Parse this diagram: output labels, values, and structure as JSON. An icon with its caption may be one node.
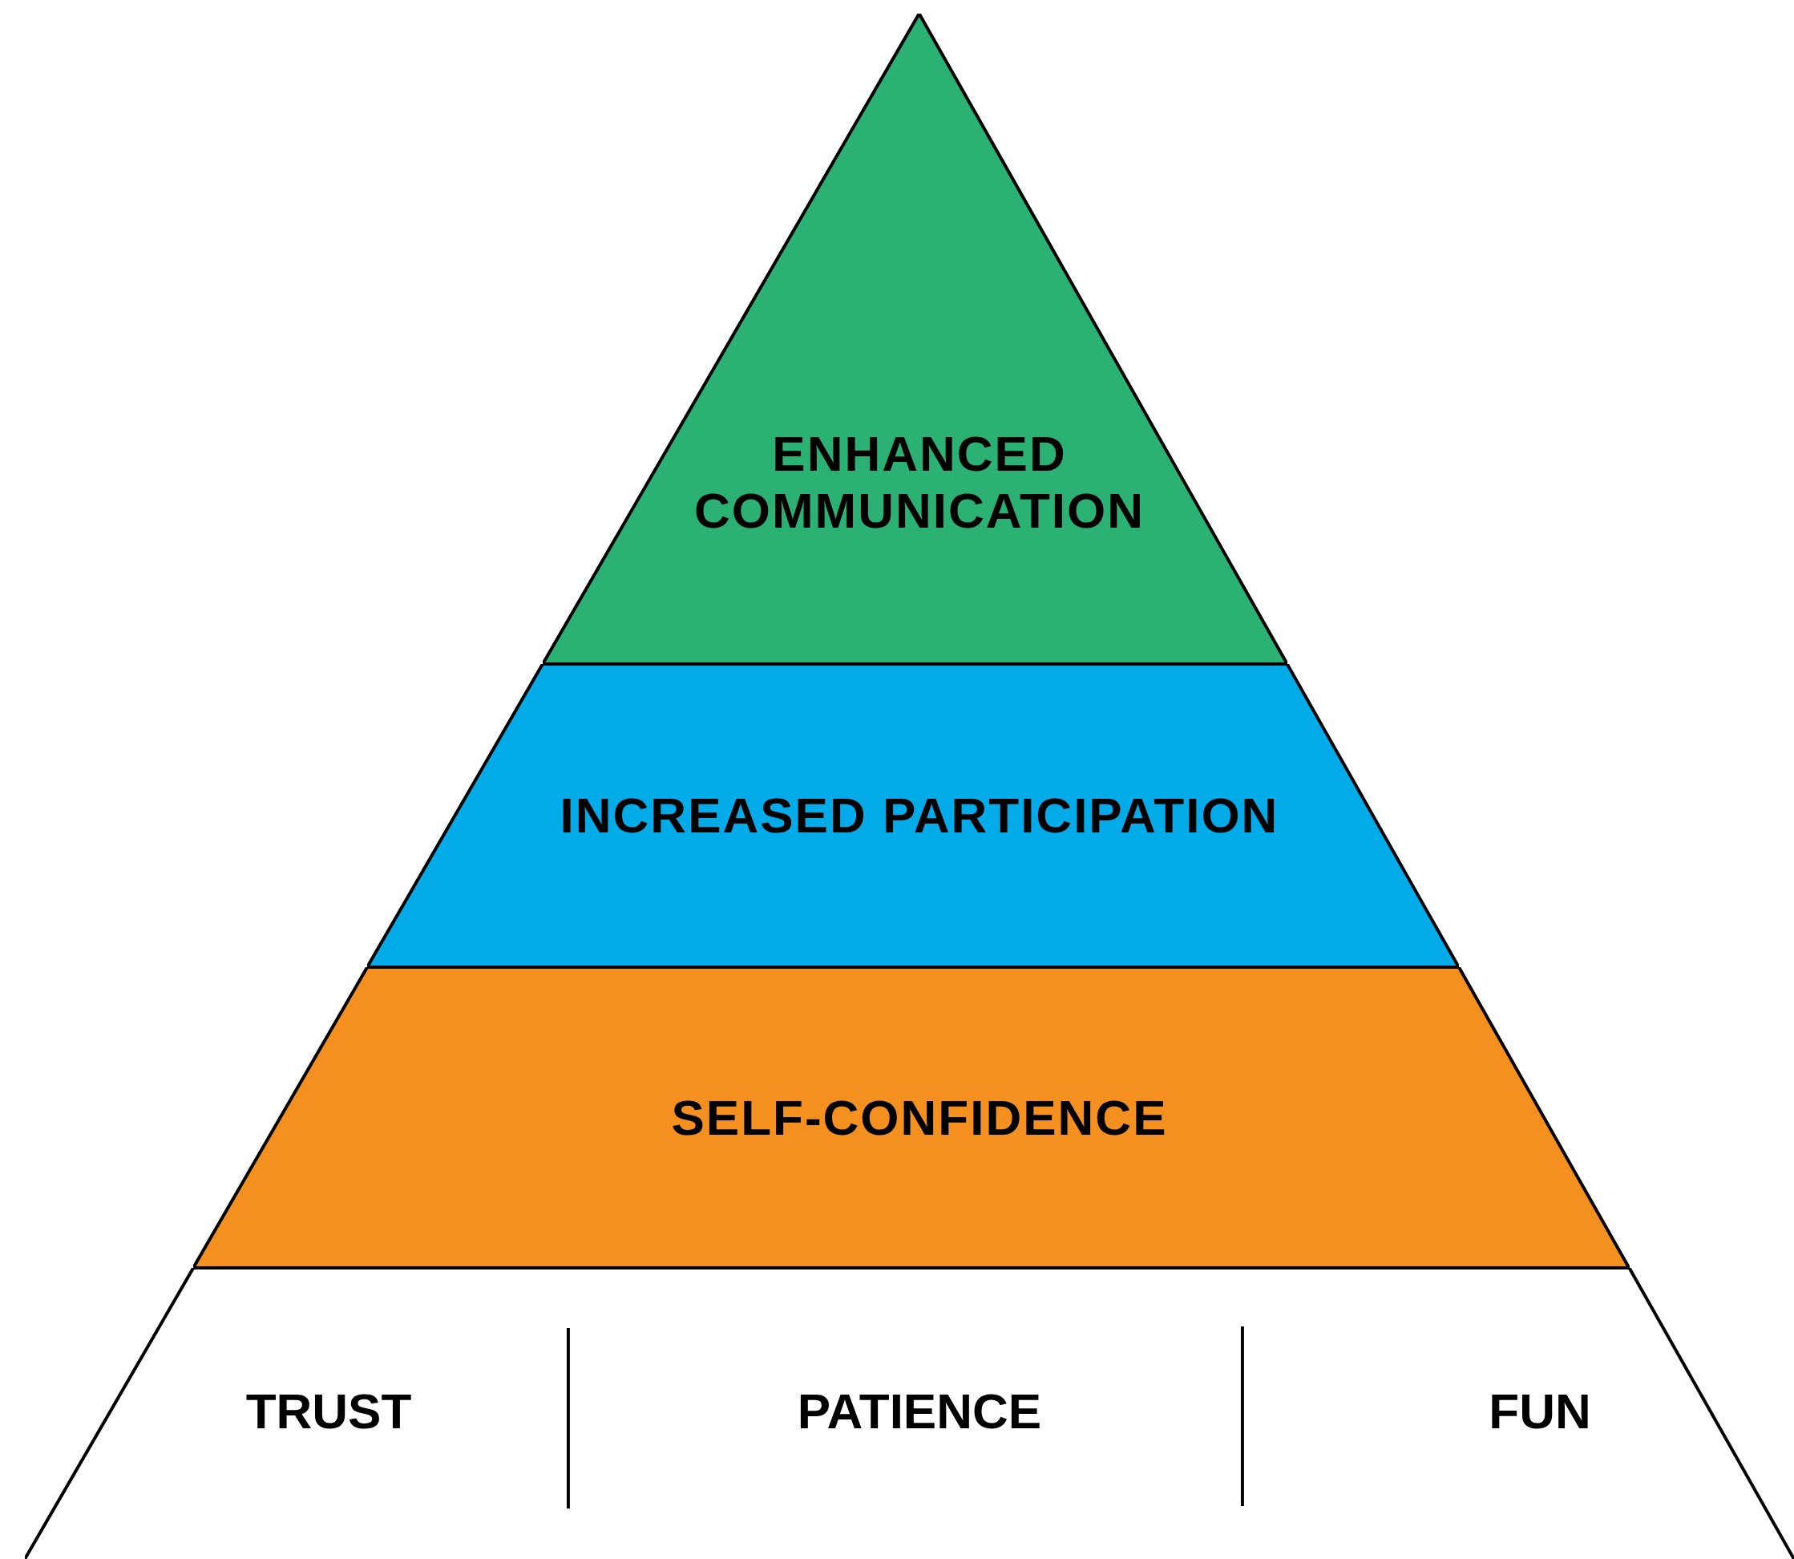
{
  "diagram": {
    "nodes": [
      {
        "text": [
          "ENHANCED COMMUNICATION"
        ]
      },
      {
        "text": [
          "INCREASED PARTICIPATION"
        ]
      },
      {
        "text": [
          "SELF-CONFIDENCE"
        ]
      },
      {
        "text": [
          "TRUST",
          "PATIENCE",
          "FUN"
        ]
      }
    ]
  }
}
